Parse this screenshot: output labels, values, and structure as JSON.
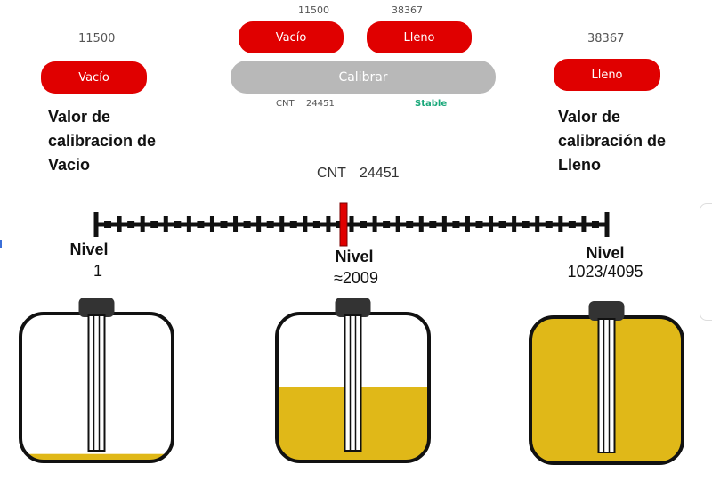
{
  "colors": {
    "red": "#e00000",
    "grey": "#b8b8b8",
    "stable_green": "#1aa87a",
    "liquid": "#e0b818",
    "cap": "#333333"
  },
  "top_panel": {
    "vacio_value": "11500",
    "lleno_value": "38367",
    "vacio_button": "Vacío",
    "lleno_button": "Lleno",
    "calibrar_button": "Calibrar",
    "cnt_label": "CNT",
    "cnt_value": "24451",
    "status": "Stable"
  },
  "left_panel": {
    "value": "11500",
    "button": "Vacío",
    "caption": [
      "Valor de",
      "calibracion de",
      "Vacio"
    ]
  },
  "right_panel": {
    "value": "38367",
    "button": "Lleno",
    "caption": [
      "Valor de",
      "calibración de",
      "Lleno"
    ]
  },
  "center": {
    "cnt_label": "CNT",
    "cnt_value": "24451"
  },
  "scale": {
    "ticks": 23,
    "marker_fraction": 0.5
  },
  "tanks": [
    {
      "nivel_label": "Nivel",
      "nivel_value": "1",
      "fill_fraction": 0.05
    },
    {
      "nivel_label": "Nivel",
      "nivel_value": "≈2009",
      "fill_fraction": 0.5
    },
    {
      "nivel_label": "Nivel",
      "nivel_value": "1023/4095",
      "fill_fraction": 1.0
    }
  ]
}
